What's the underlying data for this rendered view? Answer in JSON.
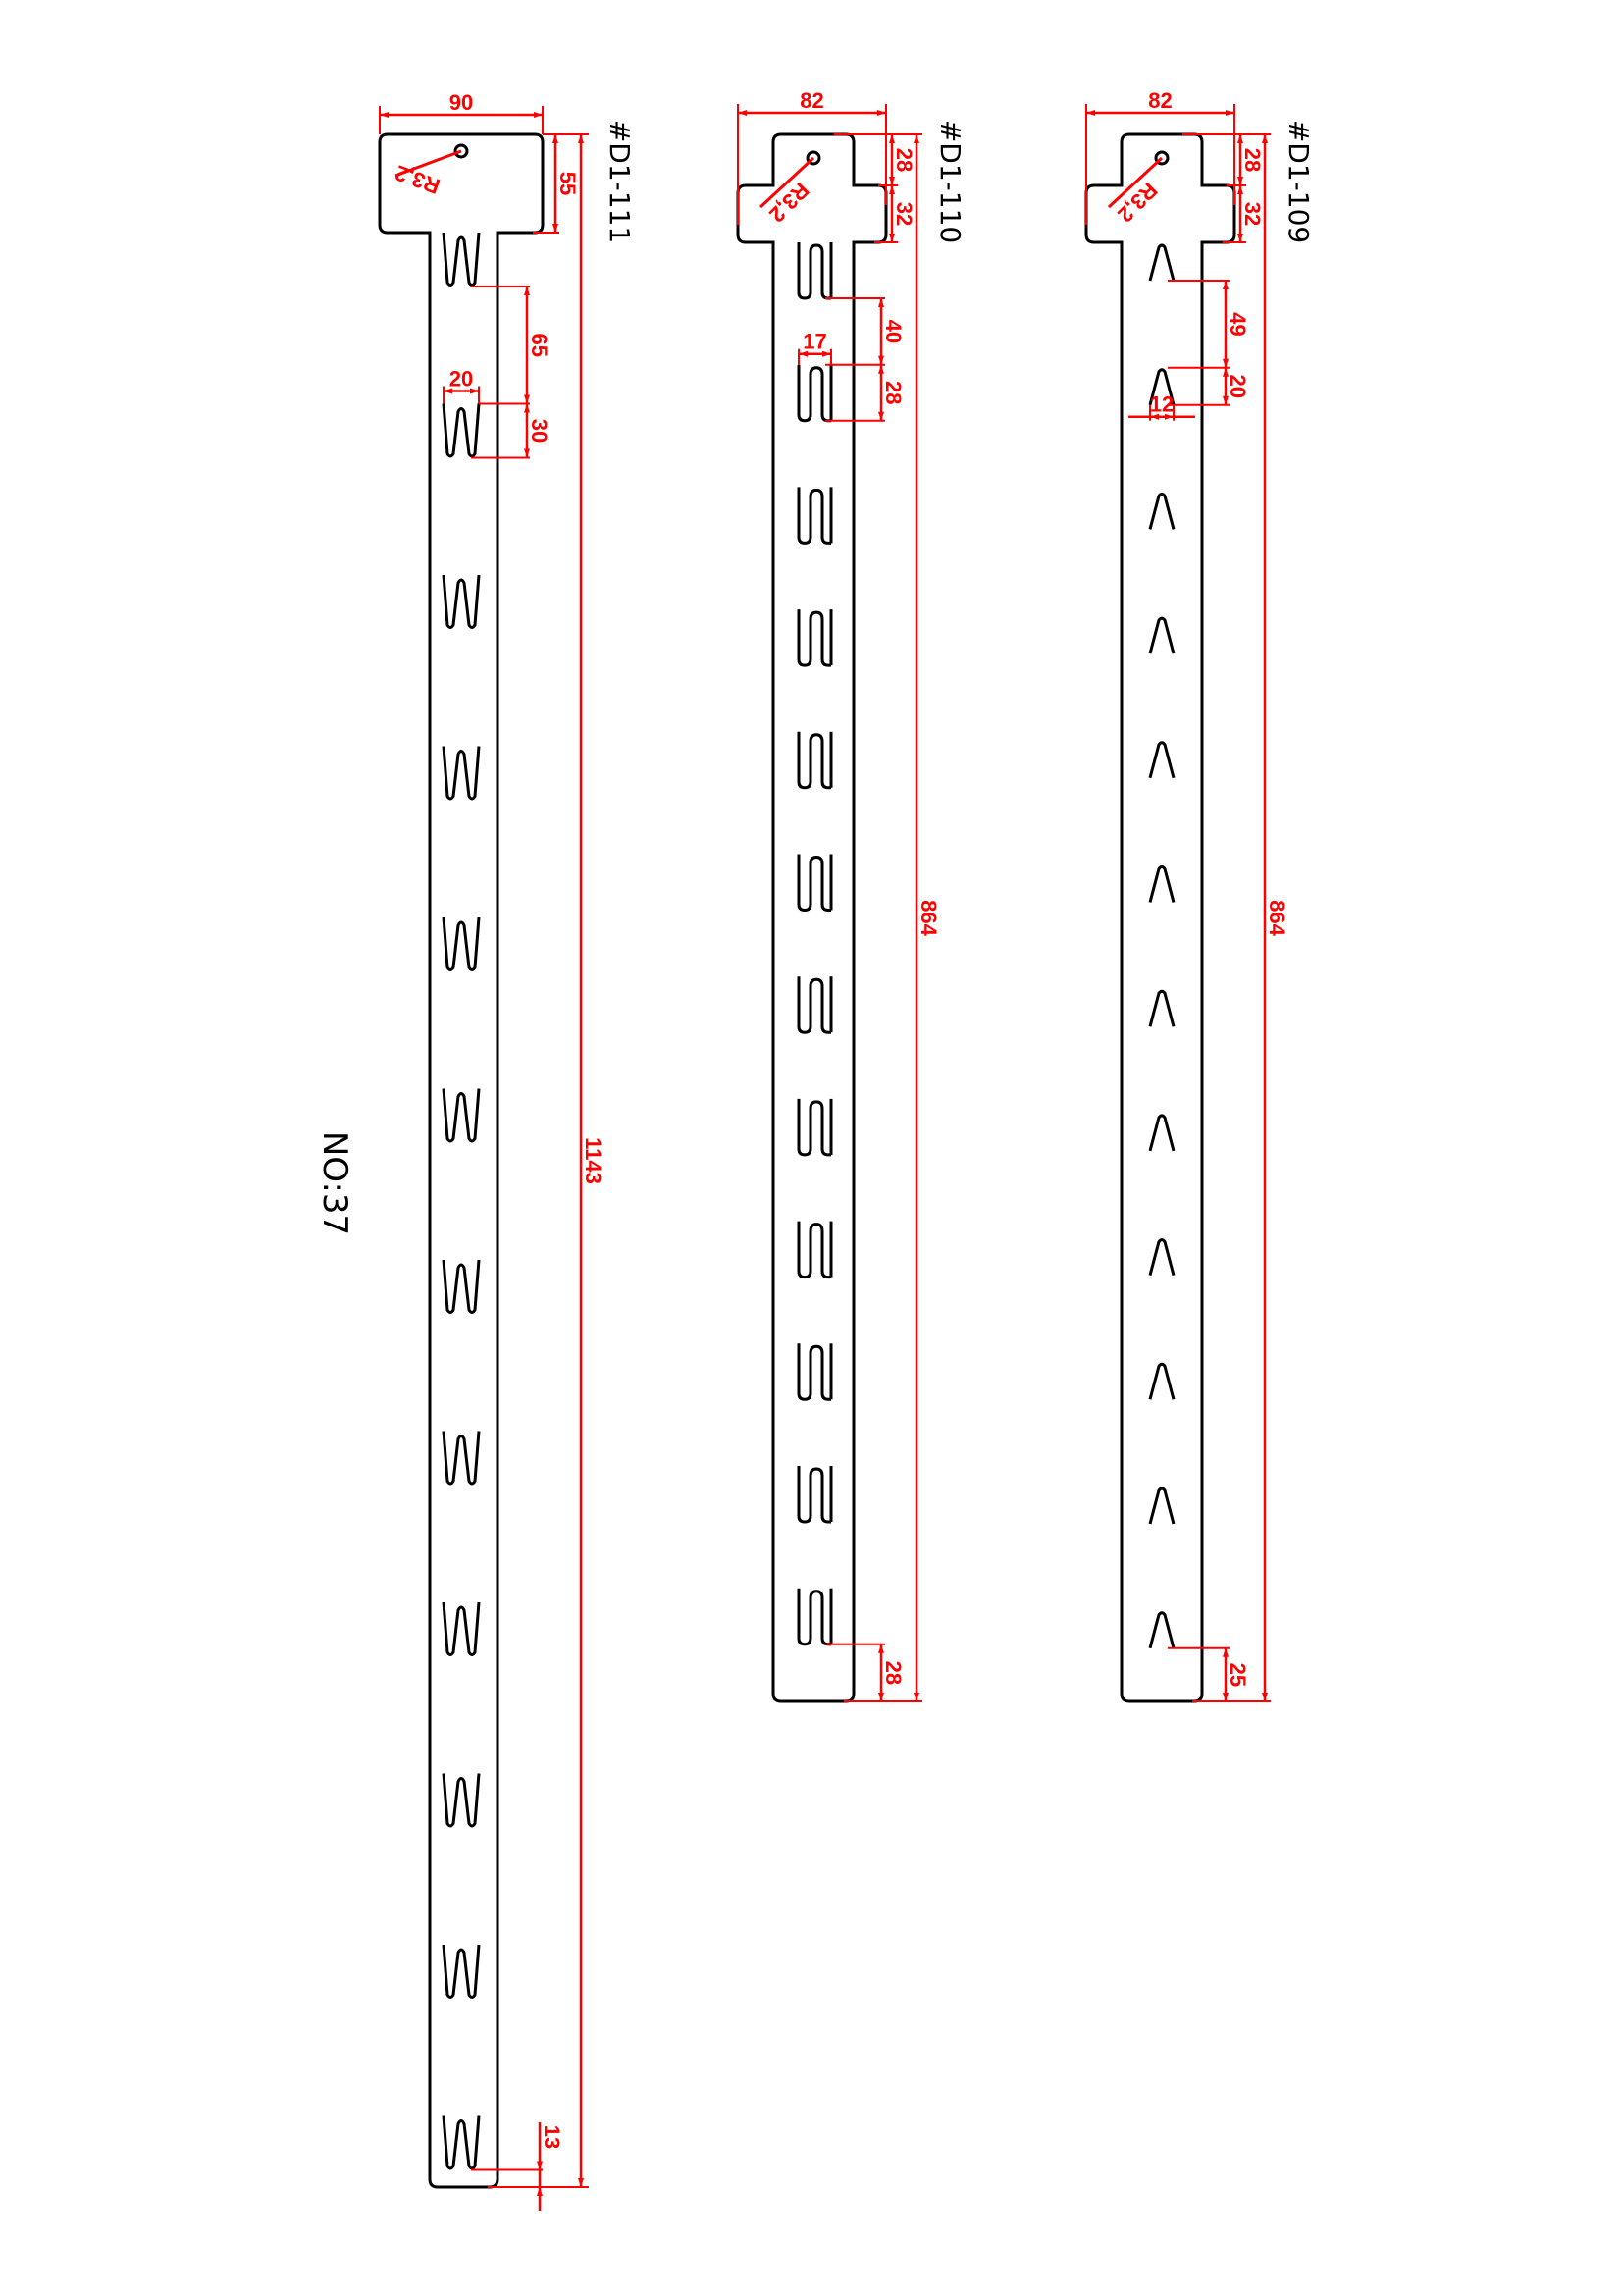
{
  "sheet": {
    "title": "NO:37",
    "line_color": "#000000",
    "dimension_color": "#ff0000"
  },
  "strips": [
    {
      "model": "#D1-111",
      "hook_type": "w-hook",
      "hook_count": 12,
      "dims": {
        "head_width": "90",
        "head_height": "55",
        "hook_pitch": "65",
        "hook_width": "20",
        "hook_height": "30",
        "total_length": "1143",
        "bottom_margin": "13",
        "hole_radius": "R3,2"
      }
    },
    {
      "model": "#D1-110",
      "hook_type": "double-u-hook",
      "hook_count": 12,
      "dims": {
        "head_width": "82",
        "tab_height": "28",
        "wing_height": "32",
        "hook_pitch": "40",
        "hook_width": "17",
        "hook_height": "28",
        "total_length": "864",
        "bottom_margin": "28",
        "hole_radius": "R3,2"
      }
    },
    {
      "model": "#D1-109",
      "hook_type": "a-hook",
      "hook_count": 12,
      "dims": {
        "head_width": "82",
        "tab_height": "28",
        "wing_height": "32",
        "hook_pitch": "49",
        "hook_width": "12",
        "hook_height": "20",
        "total_length": "864",
        "bottom_margin": "25",
        "hole_radius": "R3,2"
      }
    }
  ]
}
